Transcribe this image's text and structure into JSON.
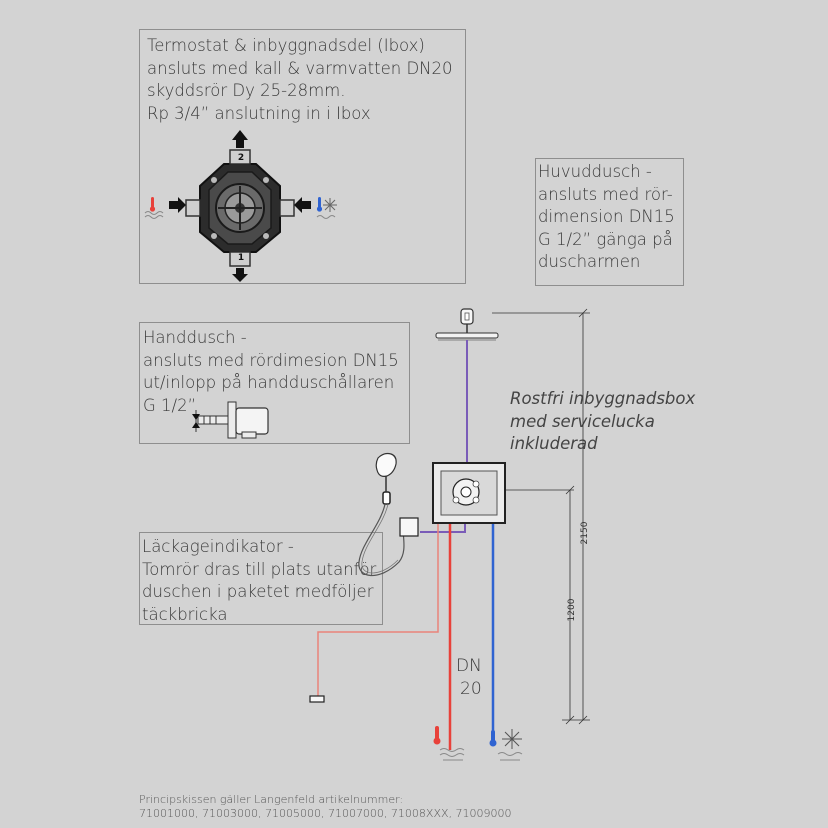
{
  "thermostat_box": {
    "lines": [
      "Termostat & inbyggnadsdel (Ibox)",
      "ansluts med kall & varmvatten DN20",
      "skyddsrör Dy 25-28mm.",
      "Rp 3/4” anslutning in i Ibox"
    ],
    "port_top": "2",
    "port_bottom": "1"
  },
  "main_shower_box": {
    "lines": [
      "Huvuddusch -",
      "ansluts med rör-",
      "dimension DN15",
      "G 1/2” gänga på",
      "duscharmen"
    ]
  },
  "hand_shower_box": {
    "lines": [
      "Handdusch -",
      "ansluts med rördimesion DN15",
      "ut/inlopp på handduschållaren",
      "G 1/2”"
    ]
  },
  "leak_indicator_box": {
    "lines": [
      "Läckageindikator -",
      "Tomrör dras till plats utanför",
      "duschen i paketet medföljer",
      "täckbricka"
    ]
  },
  "steel_box_note": {
    "lines": [
      "Rostfri inbyggnadsbox",
      "med servicelucka",
      "inkluderad"
    ]
  },
  "pipe_size": {
    "line1": "DN",
    "line2": "20"
  },
  "dimensions": {
    "height_1": "2150",
    "height_2": "1200"
  },
  "footer": {
    "line1": "Principskissen gäller Langenfeld artikelnummer:",
    "line2": "71001000, 71003000, 71005000, 71007000, 71008XXX, 71009000"
  },
  "colors": {
    "background": "#d3d3d3",
    "hot_pipe": "#e8413a",
    "cold_pipe": "#2f63d1",
    "mixed_pipe": "#7a5cb8",
    "leak_pipe": "#e9837b",
    "frame": "#8e8e8e"
  },
  "icons": [
    "hot-water-icon",
    "cold-water-icon",
    "thermostat-valve-icon",
    "shower-head-icon",
    "hand-shower-icon",
    "wall-outlet-icon"
  ]
}
